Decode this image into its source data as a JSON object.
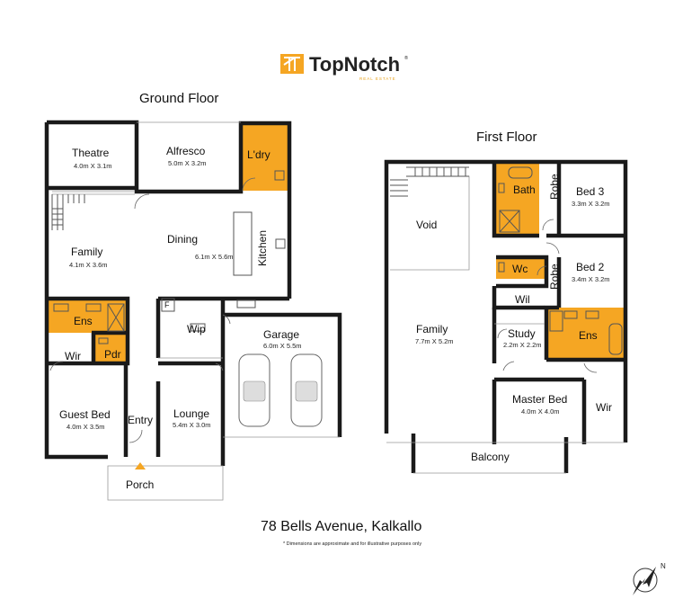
{
  "brand": {
    "name": "TopNotch",
    "registered_mark": "®",
    "tagline": "REAL ESTATE",
    "accent_color": "#f5a623"
  },
  "ground_floor": {
    "title": "Ground Floor",
    "rooms": {
      "theatre": {
        "name": "Theatre",
        "dims": "4.0m X 3.1m"
      },
      "alfresco": {
        "name": "Alfresco",
        "dims": "5.0m X 3.2m"
      },
      "laundry": {
        "name": "L'dry"
      },
      "family": {
        "name": "Family",
        "dims": "4.1m X 3.6m"
      },
      "dining": {
        "name": "Dining"
      },
      "dining_dims": "6.1m X 5.6m",
      "kitchen": {
        "name": "Kitchen"
      },
      "ensuite": {
        "name": "Ens"
      },
      "fridge": {
        "name": "F"
      },
      "wip": {
        "name": "Wip"
      },
      "garage": {
        "name": "Garage",
        "dims": "6.0m X 5.5m"
      },
      "wir": {
        "name": "Wir"
      },
      "pdr": {
        "name": "Pdr"
      },
      "guest_bed": {
        "name": "Guest Bed",
        "dims": "4.0m X 3.5m"
      },
      "entry": {
        "name": "Entry"
      },
      "lounge": {
        "name": "Lounge",
        "dims": "5.4m X 3.0m"
      },
      "porch": {
        "name": "Porch"
      }
    }
  },
  "first_floor": {
    "title": "First Floor",
    "rooms": {
      "void": {
        "name": "Void"
      },
      "bath": {
        "name": "Bath"
      },
      "robe1": {
        "name": "Robe"
      },
      "bed3": {
        "name": "Bed 3",
        "dims": "3.3m X 3.2m"
      },
      "wc": {
        "name": "Wc"
      },
      "robe2": {
        "name": "Robe"
      },
      "bed2": {
        "name": "Bed 2",
        "dims": "3.4m X 3.2m"
      },
      "wil": {
        "name": "Wil"
      },
      "family": {
        "name": "Family",
        "dims": "7.7m X 5.2m"
      },
      "study": {
        "name": "Study",
        "dims": "2.2m X 2.2m"
      },
      "ensuite": {
        "name": "Ens"
      },
      "master_bed": {
        "name": "Master Bed",
        "dims": "4.0m X 4.0m"
      },
      "wir": {
        "name": "Wir"
      },
      "balcony": {
        "name": "Balcony"
      }
    }
  },
  "address": "78 Bells Avenue, Kalkallo",
  "disclaimer": "* Dimensions are approximate and for illustrative purposes only",
  "compass": {
    "label": "N",
    "icon": "compass-north-icon"
  }
}
